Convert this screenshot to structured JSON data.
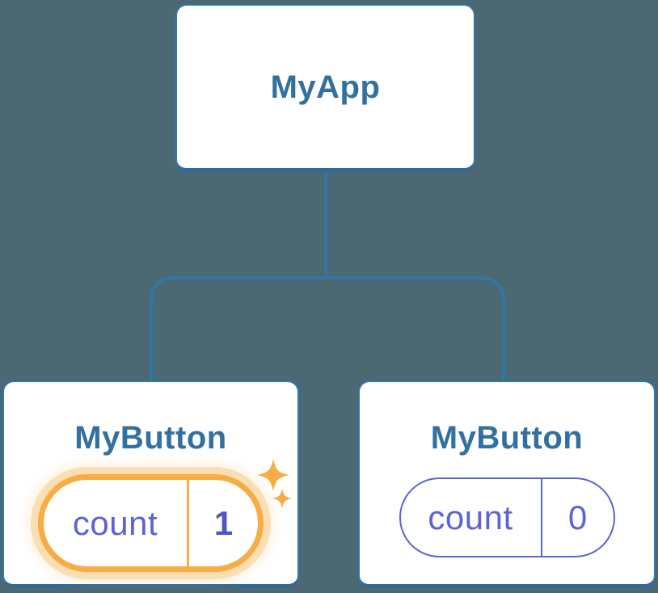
{
  "colors": {
    "background": "#4C6873",
    "card_fill": "#ffffff",
    "line_blue": "#2E77AB",
    "border_bottom_blue": "#2B6B9C",
    "heading_blue": "#31709F",
    "purple": "#5C63D2",
    "purple_value": "#4D55C8",
    "orange": "#F7AC44",
    "orange_halo": "#FBDFB2"
  },
  "diagram": {
    "type": "component-tree",
    "root": {
      "label": "MyApp"
    },
    "children": [
      {
        "label": "MyButton",
        "state": {
          "key": "count",
          "value": "1"
        },
        "highlighted": true,
        "badge_icon": "sparkles"
      },
      {
        "label": "MyButton",
        "state": {
          "key": "count",
          "value": "0"
        },
        "highlighted": false
      }
    ]
  }
}
